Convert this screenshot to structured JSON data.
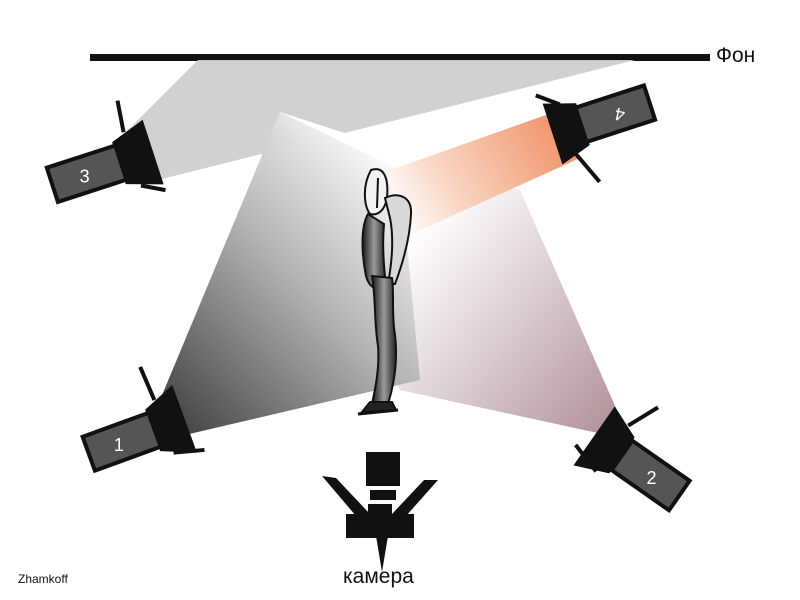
{
  "background_label": "Фон",
  "camera_label": "камера",
  "author": "Zhamkoff",
  "lights": [
    {
      "number": "1"
    },
    {
      "number": "2"
    },
    {
      "number": "3"
    },
    {
      "number": "4"
    }
  ],
  "colors": {
    "background_bar": "#111111",
    "light_body": "#555555",
    "light_outline": "#111111",
    "light_number": "#ffffff",
    "beam_1": "#4a4a4a",
    "beam_2": "#9c7f88",
    "beam_3": "#c9c9c9",
    "beam_4": "#f0956a",
    "camera": "#111111"
  },
  "icons": {
    "lights": "studio-light-icon",
    "camera": "camera-icon",
    "subject": "person-figure-icon"
  }
}
